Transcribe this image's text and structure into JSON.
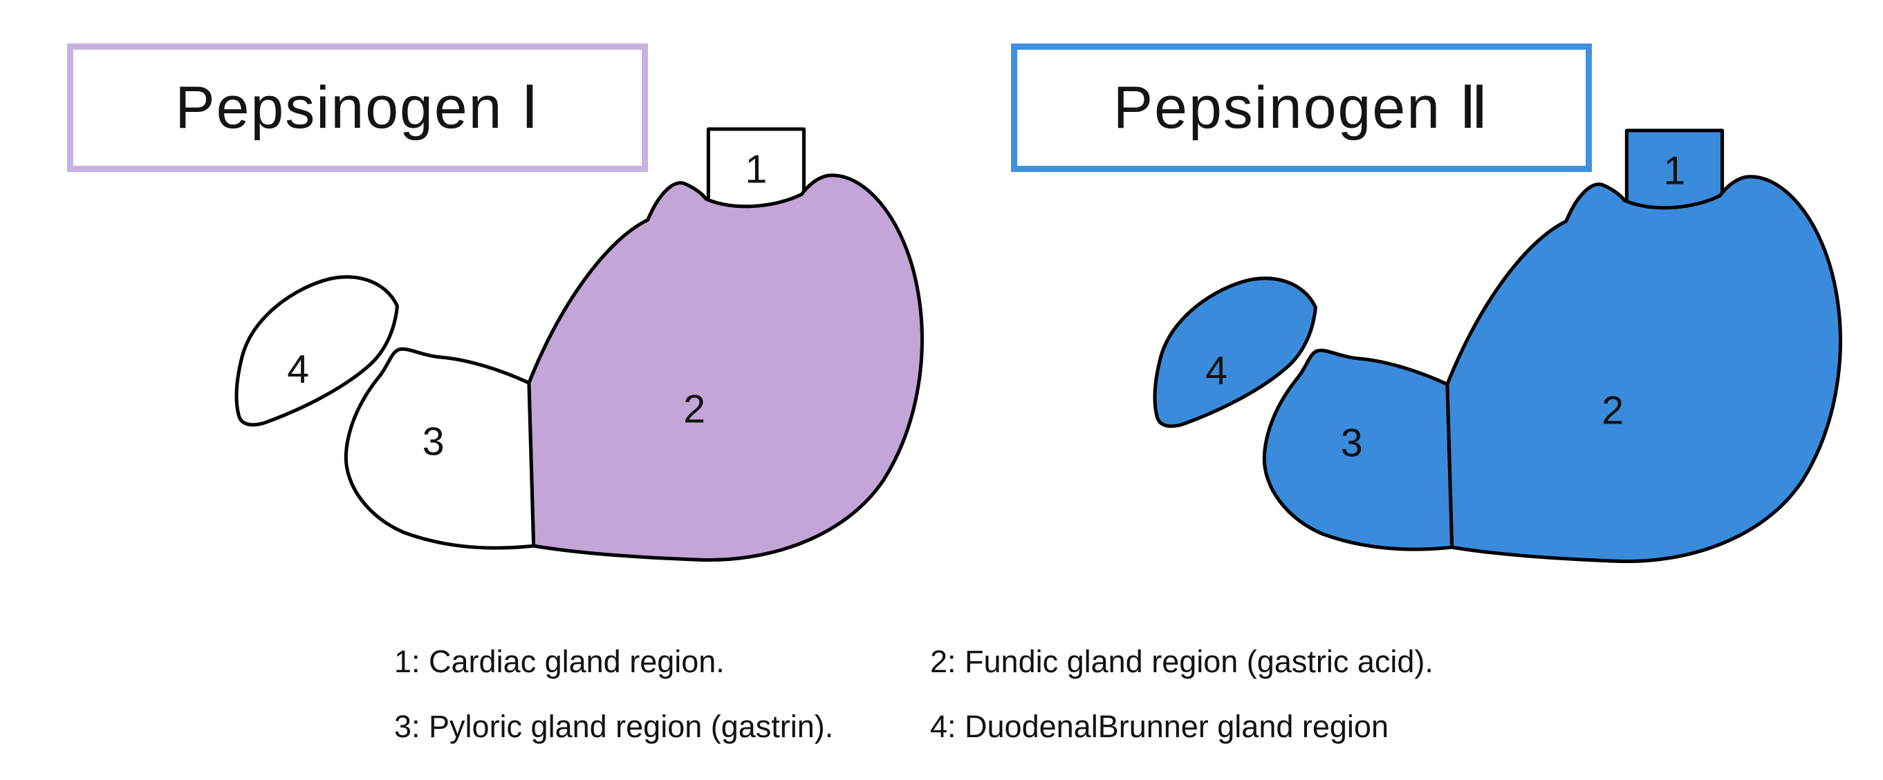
{
  "figure": {
    "background": "#ffffff",
    "outline_color": "#000000"
  },
  "panels": [
    {
      "title": "Pepsinogen Ⅰ",
      "box_border_color": "#c7b2e2",
      "regions": {
        "r1": {
          "label": "1",
          "name": "cardiac gland region",
          "fill": "#ffffff"
        },
        "r2": {
          "label": "2",
          "name": "fundic gland region",
          "fill": "#c3a5d8"
        },
        "r3": {
          "label": "3",
          "name": "pyloric gland region",
          "fill": "#ffffff"
        },
        "r4": {
          "label": "4",
          "name": "duodenal Brunner gland region",
          "fill": "#ffffff"
        }
      }
    },
    {
      "title": "Pepsinogen Ⅱ",
      "box_border_color": "#4090e2",
      "regions": {
        "r1": {
          "label": "1",
          "name": "cardiac gland region",
          "fill": "#3a8bdb"
        },
        "r2": {
          "label": "2",
          "name": "fundic gland region",
          "fill": "#3a8bdb"
        },
        "r3": {
          "label": "3",
          "name": "pyloric gland region",
          "fill": "#3a8bdb"
        },
        "r4": {
          "label": "4",
          "name": "duodenal Brunner gland region",
          "fill": "#3a8bdb"
        }
      }
    }
  ],
  "legend": {
    "items": [
      "1: Cardiac gland region.",
      "2: Fundic gland region (gastric acid).",
      "3: Pyloric gland region (gastrin).",
      "4: DuodenalBrunner gland region"
    ]
  }
}
